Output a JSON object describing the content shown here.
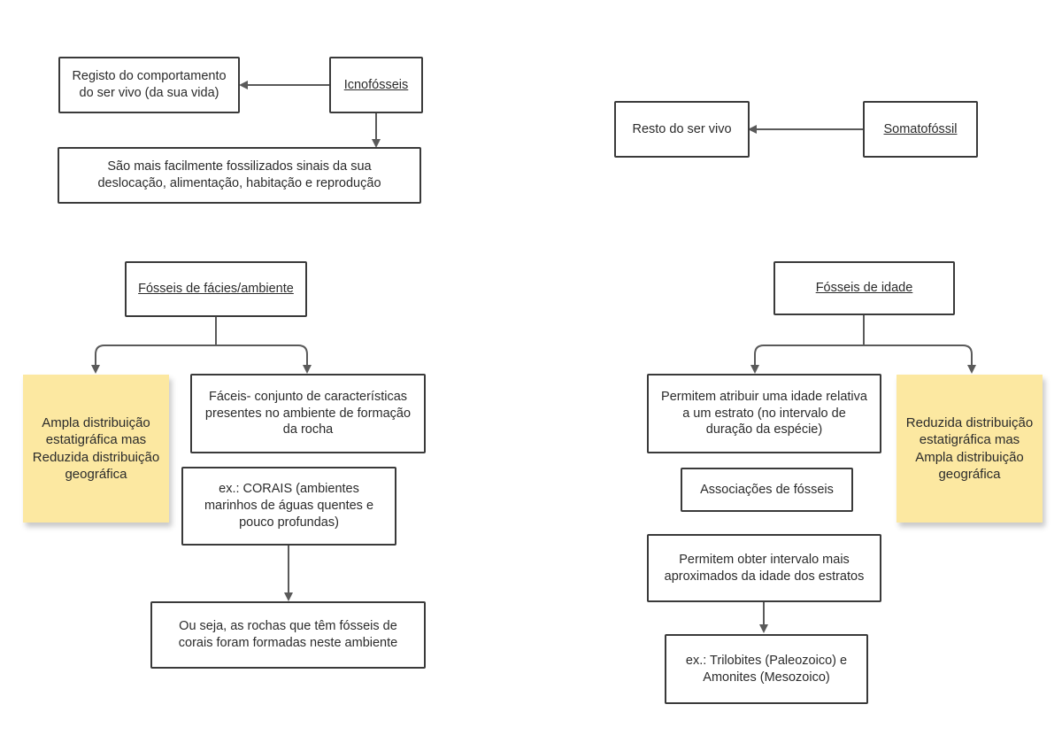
{
  "nodes": {
    "registo": "Registo do comportamento do ser vivo (da sua vida)",
    "icnofosseis": "Icnofósseis",
    "sao_mais": "São mais facilmente fossilizados sinais da sua deslocação, alimentação, habitação e reprodução",
    "resto": "Resto do ser vivo",
    "somatofossil": "Somatofóssil",
    "facies_title": "Fósseis de fácies/ambiente",
    "ampla_note": "Ampla distribuição estatigráfica mas Reduzida distribuição geográfica",
    "facies_def": "Fáceis- conjunto de características presentes no ambiente de formação da rocha",
    "corais": "ex.: CORAIS (ambientes marinhos de águas quentes e pouco profundas)",
    "ou_seja": "Ou seja, as rochas que têm fósseis de corais foram formadas neste ambiente",
    "idade_title": "Fósseis de idade",
    "permitem_atribuir": "Permitem atribuir uma idade relativa a um estrato (no intervalo de duração da espécie)",
    "reduzida_note": "Reduzida distribuição estatigráfica mas Ampla distribuição geográfica",
    "associacoes": "Associações de fósseis",
    "permitem_obter": "Permitem obter intervalo mais aproximados da idade dos estratos",
    "trilobites": "ex.: Trilobites (Paleozoico) e Amonites (Mesozoico)"
  },
  "colors": {
    "line": "#5a5a5a",
    "border": "#3a3a3a",
    "note_fill": "#fce8a1"
  }
}
